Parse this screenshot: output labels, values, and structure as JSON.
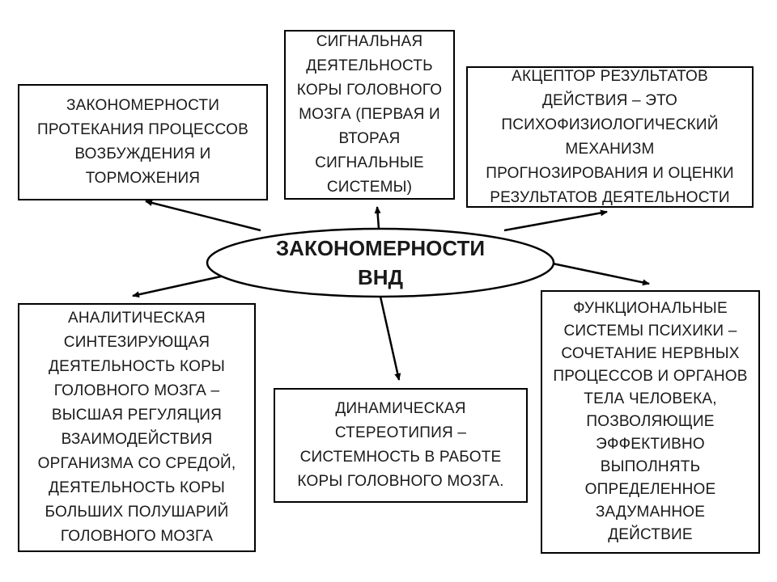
{
  "center": {
    "title": "ЗАКОНОМЕРНОСТИ\nВНД"
  },
  "boxes": {
    "top_left": {
      "text": "ЗАКОНОМЕРНОСТИ\nПРОТЕКАНИЯ ПРОЦЕССОВ\nВОЗБУЖДЕНИЯ И\nТОРМОЖЕНИЯ"
    },
    "top_center": {
      "text": "СИГНАЛЬНАЯ\nДЕЯТЕЛЬНОСТЬ\nКОРЫ ГОЛОВНОГО\nМОЗГА (ПЕРВАЯ И\nВТОРАЯ\nСИГНАЛЬНЫЕ\nСИСТЕМЫ)"
    },
    "top_right": {
      "text": "АКЦЕПТОР РЕЗУЛЬТАТОВ\nДЕЙСТВИЯ – ЭТО\nПСИХОФИЗИОЛОГИЧЕСКИЙ\nМЕХАНИЗМ\nПРОГНОЗИРОВАНИЯ И ОЦЕНКИ\nРЕЗУЛЬТАТОВ ДЕЯТЕЛЬНОСТИ"
    },
    "bottom_left": {
      "text": "АНАЛИТИЧЕСКАЯ\nСИНТЕЗИРУЮЩАЯ\nДЕЯТЕЛЬНОСТЬ КОРЫ\nГОЛОВНОГО МОЗГА –\nВЫСШАЯ РЕГУЛЯЦИЯ\nВЗАИМОДЕЙСТВИЯ\nОРГАНИЗМА СО СРЕДОЙ,\nДЕЯТЕЛЬНОСТЬ КОРЫ\nБОЛЬШИХ ПОЛУШАРИЙ\nГОЛОВНОГО МОЗГА"
    },
    "bottom_center": {
      "text": "ДИНАМИЧЕСКАЯ\nСТЕРЕОТИПИЯ –\nСИСТЕМНОСТЬ В РАБОТЕ\nКОРЫ ГОЛОВНОГО МОЗГА."
    },
    "bottom_right": {
      "text": "ФУНКЦИОНАЛЬНЫЕ\nСИСТЕМЫ ПСИХИКИ –\nСОЧЕТАНИЕ НЕРВНЫХ\nПРОЦЕССОВ  И ОРГАНОВ\nТЕЛА ЧЕЛОВЕКА,\nПОЗВОЛЯЮЩИЕ\nЭФФЕКТИВНО\nВЫПОЛНЯТЬ\nОПРЕДЕЛЕННОЕ\nЗАДУМАННОЕ\nДЕЙСТВИЕ"
    }
  }
}
